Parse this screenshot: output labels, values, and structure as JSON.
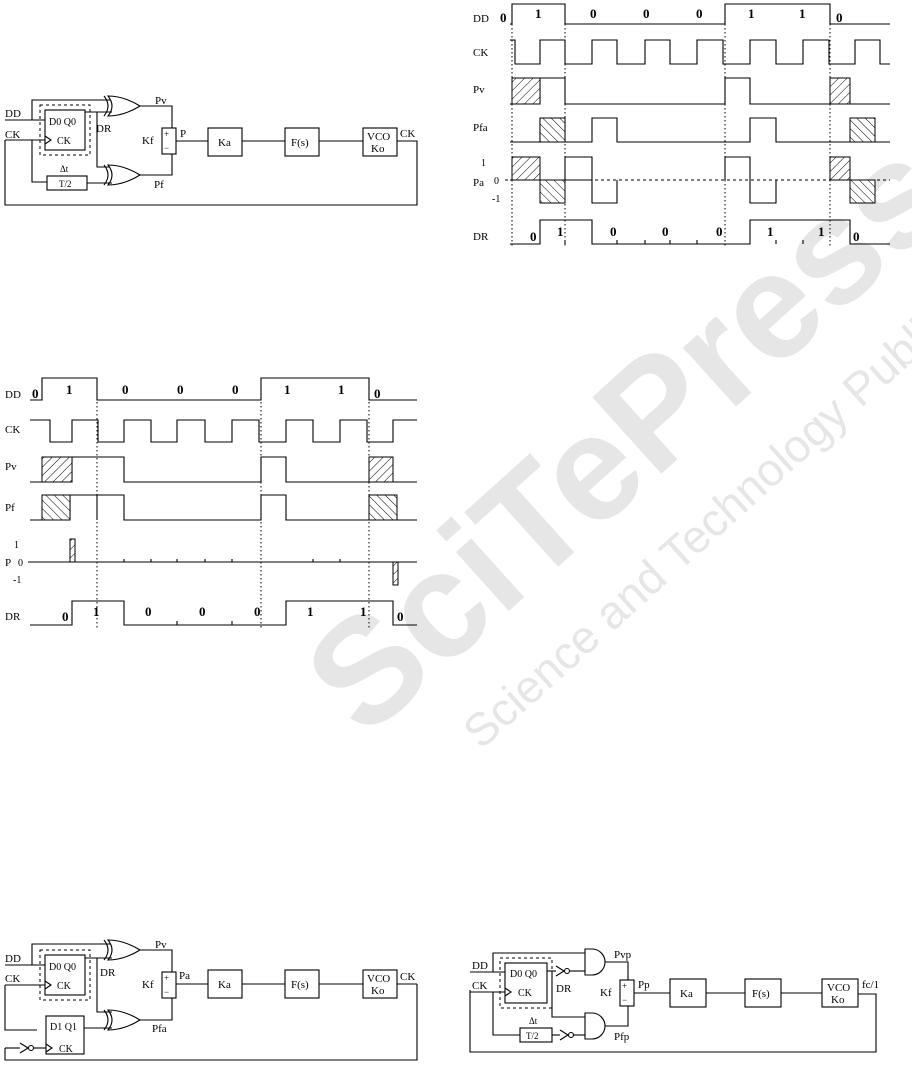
{
  "watermark": {
    "main": "SciTePress",
    "sub": "Science and Technology Publications"
  },
  "diagram1": {
    "labels": {
      "dd": "DD",
      "ck_in": "CK",
      "ff": "D0 Q0",
      "ff_ck": "CK",
      "dr": "DR",
      "pv": "Pv",
      "pf": "Pf",
      "kf": "Kf",
      "p": "P",
      "plus": "+",
      "minus": "−",
      "delay1": "Δt",
      "delay2": "T/2",
      "ka": "Ka",
      "fs": "F(s)",
      "vco1": "VCO",
      "vco2": "Ko",
      "ck_out": "CK"
    }
  },
  "diagram2": {
    "labels": {
      "dd": "DD",
      "ck_in": "CK",
      "ff": "D0 Q0",
      "ff_ck": "CK",
      "ff2": "D1 Q1",
      "ff2_ck": "CK",
      "dr": "DR",
      "pv": "Pv",
      "pfa": "Pfa",
      "kf": "Kf",
      "pa": "Pa",
      "plus": "+",
      "minus": "−",
      "ka": "Ka",
      "fs": "F(s)",
      "vco1": "VCO",
      "vco2": "Ko",
      "ck_out": "CK"
    }
  },
  "diagram3": {
    "labels": {
      "dd": "DD",
      "ck_in": "CK",
      "ff": "D0 Q0",
      "ff_ck": "CK",
      "dr": "DR",
      "pvp": "Pvp",
      "pfp": "Pfp",
      "kf": "Kf",
      "pp": "Pp",
      "plus": "+",
      "minus": "−",
      "delay1": "Δt",
      "delay2": "T/2",
      "ka": "Ka",
      "fs": "F(s)",
      "vco1": "VCO",
      "vco2": "Ko",
      "out": "fc/1"
    }
  },
  "timing1": {
    "signals": [
      "DD",
      "CK",
      "Pv",
      "Pfa",
      "Pa",
      "DR"
    ],
    "dd_bits": [
      "0",
      "1",
      "0",
      "0",
      "0",
      "1",
      "1",
      "0"
    ],
    "dr_bits": [
      "0",
      "1",
      "0",
      "0",
      "0",
      "1",
      "1",
      "0"
    ],
    "pa_levels": [
      "1",
      "0",
      "-1"
    ]
  },
  "timing2": {
    "signals": [
      "DD",
      "CK",
      "Pv",
      "Pf",
      "P",
      "DR"
    ],
    "dd_bits": [
      "0",
      "1",
      "0",
      "0",
      "0",
      "1",
      "1",
      "0"
    ],
    "dr_bits": [
      "0",
      "1",
      "0",
      "0",
      "0",
      "1",
      "1",
      "0"
    ],
    "p_levels": [
      "1",
      "0",
      "-1"
    ]
  }
}
